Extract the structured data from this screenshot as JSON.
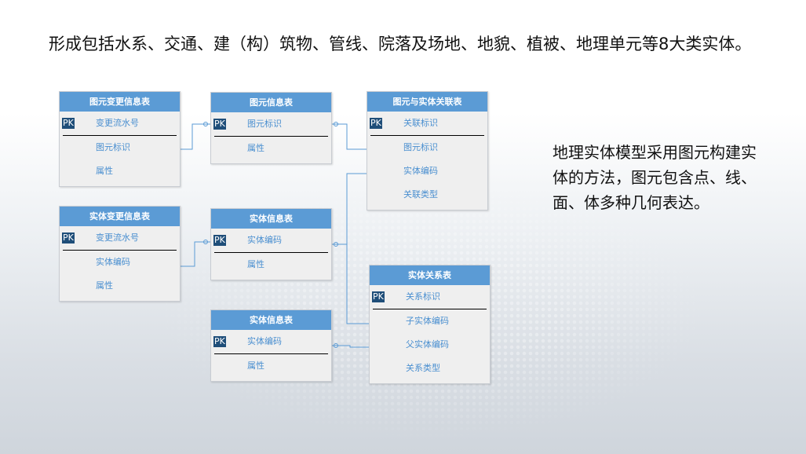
{
  "top_text": "形成包括水系、交通、建（构）筑物、管线、院落及场地、地貌、植被、地理单元等8大类实体。",
  "side_text": "地理实体模型采用图元构建实体的方法，图元包含点、线、面、体多种几何表达。",
  "pk_label": "PK",
  "tables": [
    {
      "id": "t1",
      "title": "图元变更信息表",
      "pk": "变更流水号",
      "fields": [
        "图元标识",
        "属性"
      ]
    },
    {
      "id": "t2",
      "title": "图元信息表",
      "pk": "图元标识",
      "fields": [
        "属性"
      ]
    },
    {
      "id": "t3",
      "title": "图元与实体关联表",
      "pk": "关联标识",
      "fields": [
        "图元标识",
        "实体编码",
        "关联类型"
      ]
    },
    {
      "id": "t4",
      "title": "实体变更信息表",
      "pk": "变更流水号",
      "fields": [
        "实体编码",
        "属性"
      ]
    },
    {
      "id": "t5",
      "title": "实体信息表",
      "pk": "实体编码",
      "fields": [
        "属性"
      ]
    },
    {
      "id": "t6",
      "title": "实体关系表",
      "pk": "关系标识",
      "fields": [
        "子实体编码",
        "父实体编码",
        "关系类型"
      ]
    },
    {
      "id": "t7",
      "title": "实体信息表",
      "pk": "实体编码",
      "fields": [
        "属性"
      ]
    }
  ],
  "colors": {
    "header": "#5b9bd5",
    "pk": "#1f4e79",
    "field_text": "#4a8fd0",
    "link": "#5b9bd5"
  }
}
